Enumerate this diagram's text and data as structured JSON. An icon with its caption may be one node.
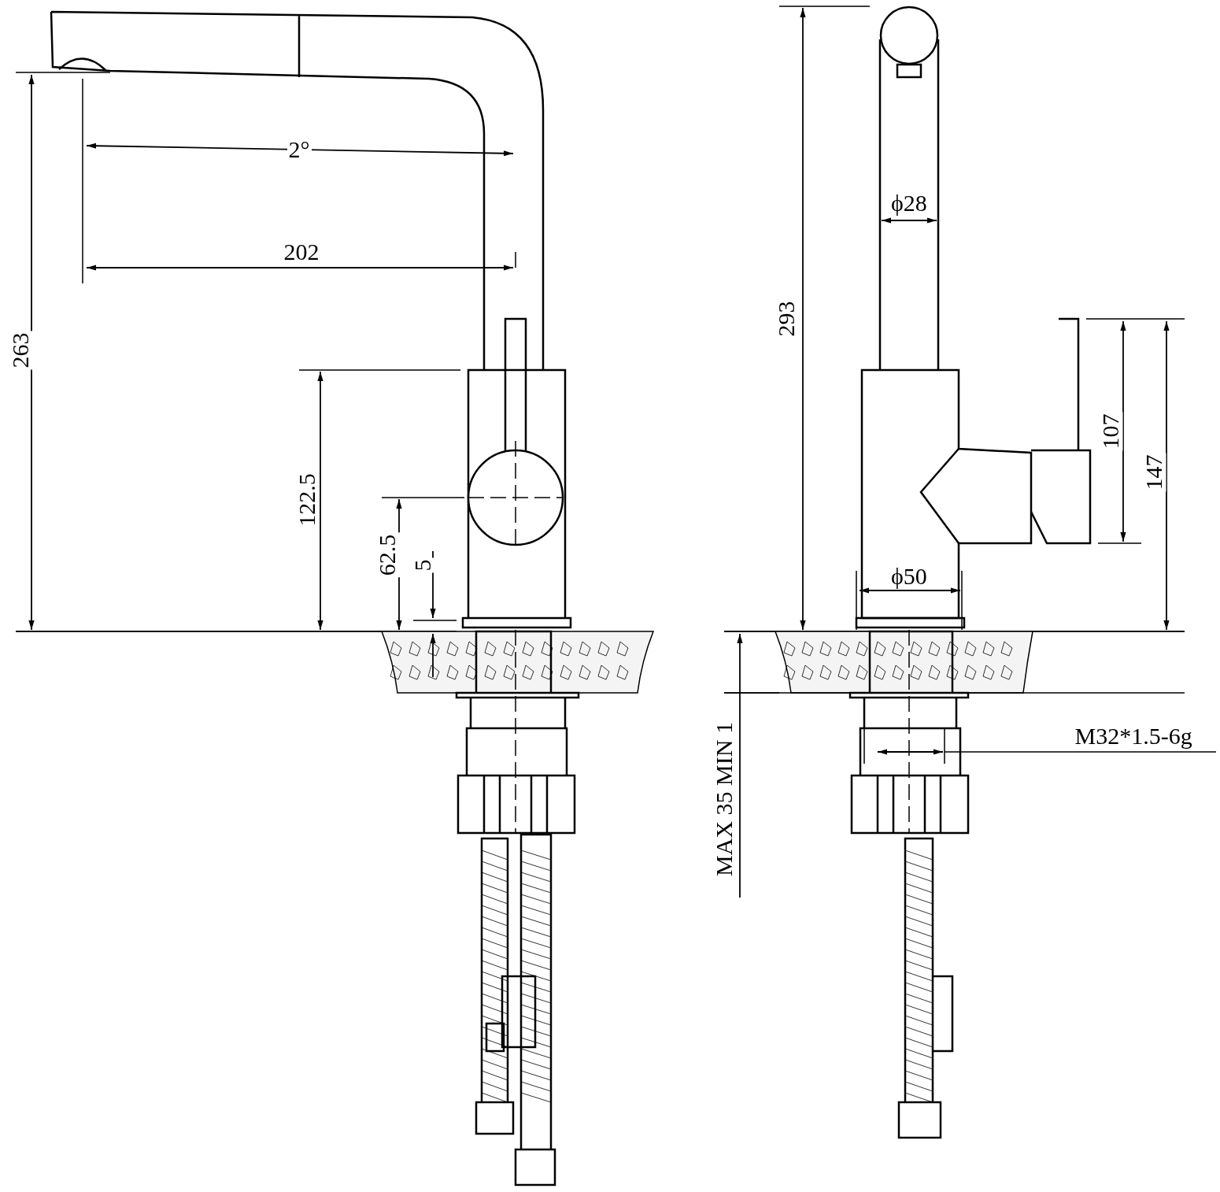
{
  "diagram": {
    "labels": [
      "2°",
      "202",
      "293",
      "ϕ28",
      "263",
      "122.5",
      "107",
      "147",
      "62.5",
      "5",
      "ϕ50",
      "M32*1.5-6g",
      "MAX 35 MIN 1"
    ]
  }
}
